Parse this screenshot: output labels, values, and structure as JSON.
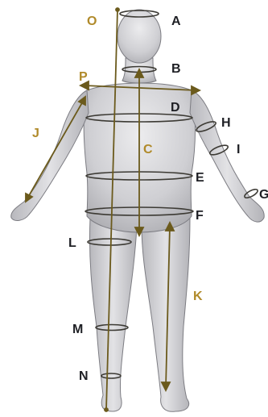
{
  "diagram": {
    "colors": {
      "label_dark": "#1e1f24",
      "label_gold": "#b08a2a",
      "measure_line": "#6b5a1c",
      "body_fill": "#cfcfd3",
      "body_stroke": "#7c7c82",
      "ring": "#3c3a34"
    },
    "labels": {
      "A": "A",
      "B": "B",
      "C": "C",
      "D": "D",
      "E": "E",
      "F": "F",
      "G": "G",
      "H": "H",
      "I": "I",
      "J": "J",
      "K": "K",
      "L": "L",
      "M": "M",
      "N": "N",
      "O": "O",
      "P": "P"
    }
  }
}
